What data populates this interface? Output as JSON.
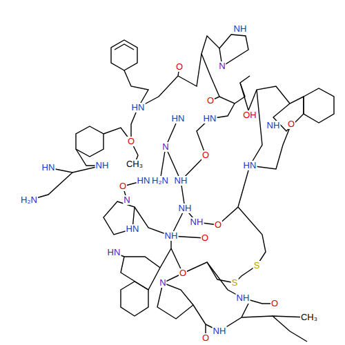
{
  "diagram": {
    "labels": [
      "NH",
      "N",
      "O",
      "O",
      "HN",
      "OH",
      "HN",
      "HN",
      "NH",
      "O",
      "O",
      "N",
      "CH₃",
      "O",
      "HN",
      "HN",
      "NH",
      "H₂N",
      "HN",
      "H₂N",
      "O",
      "NH",
      "N",
      "NH",
      "NH",
      "O",
      "HN",
      "NH",
      "O",
      "HN",
      "S",
      "S",
      "O",
      "N",
      "NH",
      "O",
      "NH",
      "O",
      "CH₃"
    ]
  }
}
